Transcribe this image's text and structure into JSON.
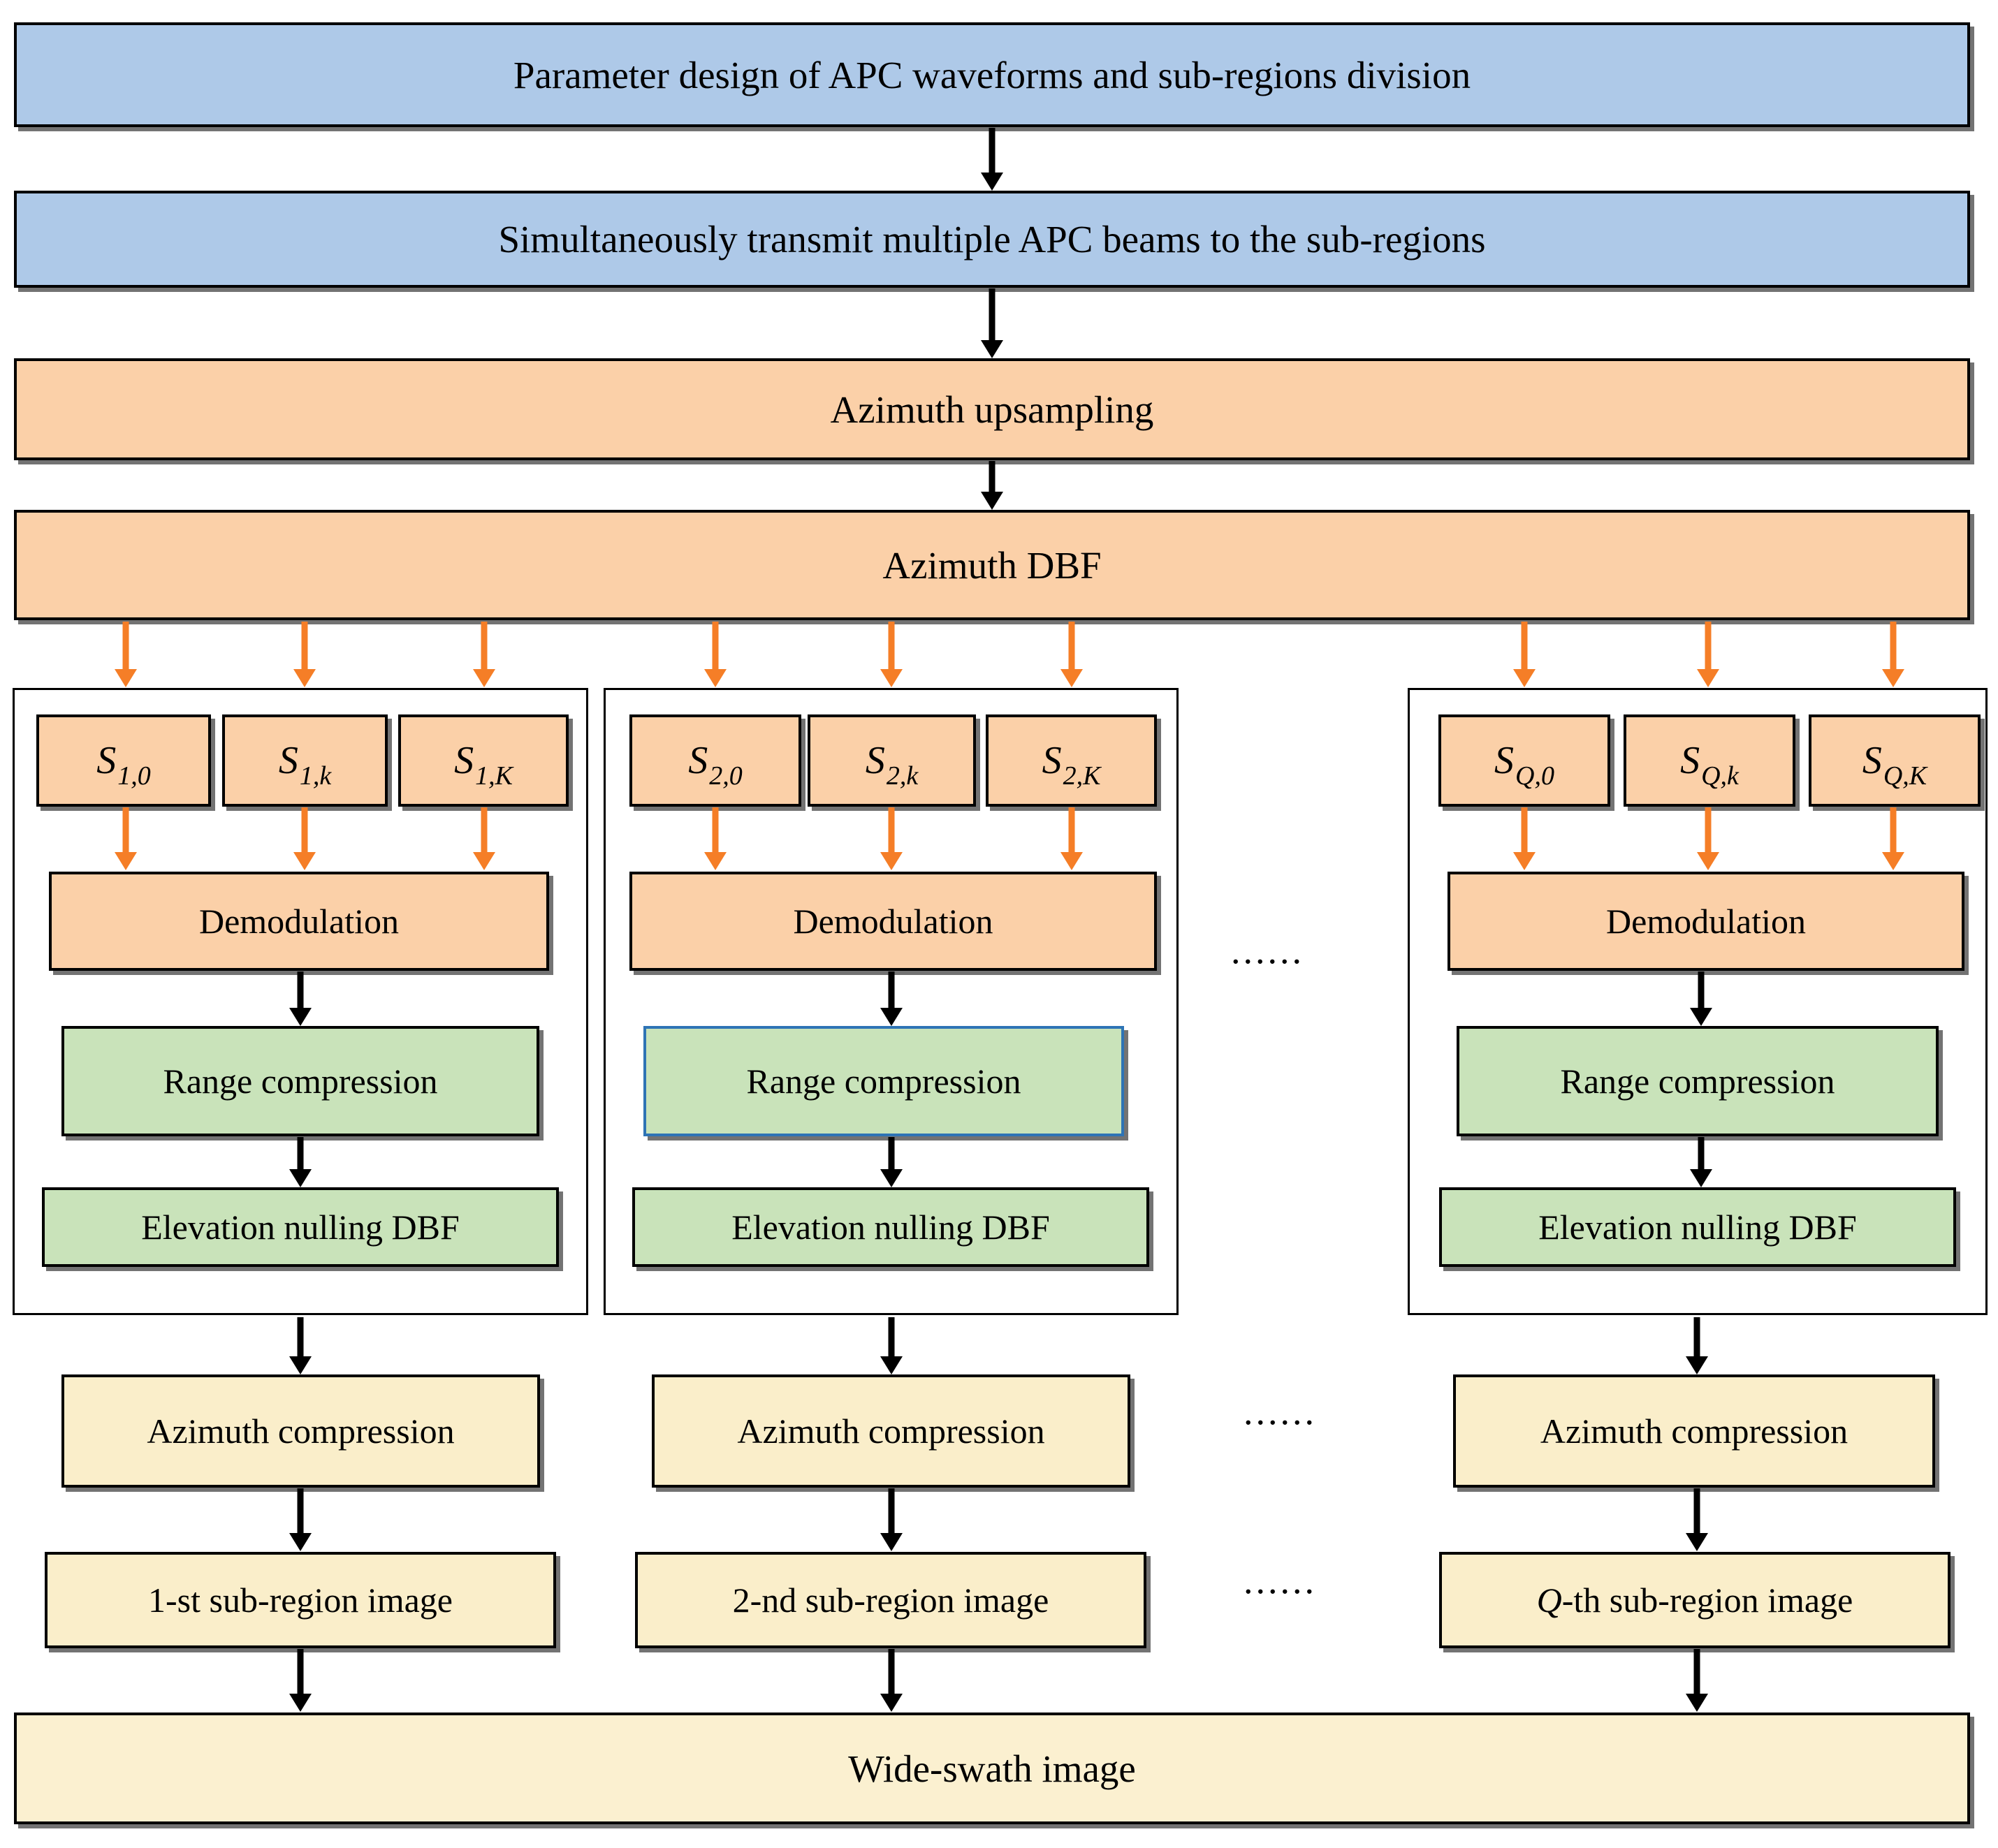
{
  "palette": {
    "blue_fill": "#aec9e8",
    "orange_fill": "#fbd0a8",
    "green_fill": "#c9e3ba",
    "yellow_fill": "#faeeca",
    "cream_fill": "#fbf0d0",
    "arrow_orange": "#f57e27",
    "arrow_black": "#000000",
    "highlight_border_blue": "#2e74b5"
  },
  "top_rows": [
    {
      "label": "Parameter design of APC waveforms and sub-regions division"
    },
    {
      "label": "Simultaneously transmit multiple APC beams to the sub-regions"
    },
    {
      "label": "Azimuth upsampling"
    },
    {
      "label": "Azimuth DBF"
    }
  ],
  "columns": [
    {
      "signal_base": "S",
      "signals": [
        "1,0",
        "1,k",
        "1,K"
      ],
      "demodulation": "Demodulation",
      "range_compression": "Range compression",
      "elevation_nulling_dbf": "Elevation nulling DBF",
      "azimuth_compression": "Azimuth compression",
      "subregion_prefix": "1",
      "subregion_prefix_class": "sr-prefix",
      "subregion_rest": "-st sub-region image"
    },
    {
      "signal_base": "S",
      "signals": [
        "2,0",
        "2,k",
        "2,K"
      ],
      "demodulation": "Demodulation",
      "range_compression": "Range compression",
      "elevation_nulling_dbf": "Elevation nulling DBF",
      "azimuth_compression": "Azimuth compression",
      "subregion_prefix": "2",
      "subregion_prefix_class": "sr-prefix",
      "subregion_rest": "-nd sub-region image"
    },
    {
      "signal_base": "S",
      "signals": [
        "Q,0",
        "Q,k",
        "Q,K"
      ],
      "demodulation": "Demodulation",
      "range_compression": "Range compression",
      "elevation_nulling_dbf": "Elevation nulling DBF",
      "azimuth_compression": "Azimuth compression",
      "subregion_prefix": "Q",
      "subregion_prefix_class": "sr-prefix italic",
      "subregion_rest": "-th sub-region image"
    }
  ],
  "ellipsis": "......",
  "bottom": {
    "label": "Wide-swath image"
  }
}
